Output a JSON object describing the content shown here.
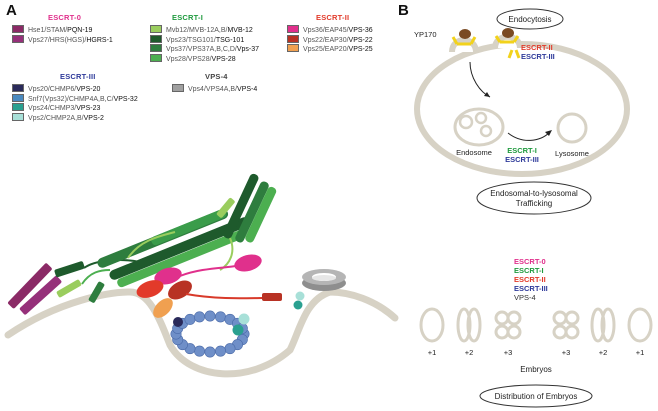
{
  "panel_a": {
    "label": "A",
    "groups": {
      "escrt0": {
        "title": "ESCRT-0",
        "color": "#e0308c",
        "items": [
          {
            "light": "Hse1/STAM/",
            "dark": "PQN-19",
            "color": "#8b2a66"
          },
          {
            "light": "Vps27/HRS(HGS)/",
            "dark": "HGRS-1",
            "color": "#96307a"
          }
        ]
      },
      "escrt1": {
        "title": "ESCRT-I",
        "color": "#1f9a3e",
        "items": [
          {
            "light": "Mvb12/MVB-12A,B/",
            "dark": "MVB-12",
            "color": "#9acd5e"
          },
          {
            "light": "Vps23/TSG101/",
            "dark": "TSG-101",
            "color": "#1e5a2c"
          },
          {
            "light": "Vps37/VPS37A,B,C,D/",
            "dark": "Vps-37",
            "color": "#2e7d3e"
          },
          {
            "light": "Vps28/VPS28/",
            "dark": "VPS-28",
            "color": "#4caf50"
          }
        ]
      },
      "escrt2": {
        "title": "ESCRT-II",
        "color": "#e23a2a",
        "items": [
          {
            "light": "Vps36/EAP45/",
            "dark": "VPS-36",
            "color": "#e0308c"
          },
          {
            "light": "Vps22/EAP30/",
            "dark": "VPS-22",
            "color": "#b83224"
          },
          {
            "light": "Vps25/EAP20/",
            "dark": "VPS-25",
            "color": "#f0a050"
          }
        ]
      },
      "escrt3": {
        "title": "ESCRT-III",
        "color": "#2e3a9a",
        "items": [
          {
            "light": "Vps20/CHMP6/",
            "dark": "VPS-20",
            "color": "#2a2a5a"
          },
          {
            "light": "Snf7(Vps32)/CHMP4A,B,C/",
            "dark": "VPS-32",
            "color": "#4a8ac0"
          },
          {
            "light": "Vps24/CHMP3/",
            "dark": "VPS-23",
            "color": "#2aa090"
          },
          {
            "light": "Vps2/CHMP2A,B/",
            "dark": "VPS-2",
            "color": "#a8e0d8"
          }
        ]
      },
      "vps4": {
        "title": "VPS-4",
        "color": "#444444",
        "items": [
          {
            "light": "Vps4/VPS4A,B/",
            "dark": "VPS-4",
            "color": "#a0a0a0"
          }
        ]
      }
    }
  },
  "panel_b": {
    "label": "B",
    "endocytosis": "Endocytosis",
    "yp170": "YP170",
    "top_labels": [
      {
        "text": "ESCRT-II",
        "color": "#e23a2a"
      },
      {
        "text": "ESCRT-III",
        "color": "#2e3a9a"
      }
    ],
    "endosome": "Endosome",
    "lysosome": "Lysosome",
    "mid_labels": [
      {
        "text": "ESCRT-I",
        "color": "#1f9a3e"
      },
      {
        "text": "ESCRT-III",
        "color": "#2e3a9a"
      }
    ],
    "trafficking_line1": "Endosomal-to-lysosomal",
    "trafficking_line2": "Trafficking",
    "stack_labels": [
      {
        "text": "ESCRT-0",
        "color": "#e0308c"
      },
      {
        "text": "ESCRT-I",
        "color": "#1f9a3e"
      },
      {
        "text": "ESCRT-II",
        "color": "#e23a2a"
      },
      {
        "text": "ESCRT-III",
        "color": "#2e3a9a"
      },
      {
        "text": "VPS-4",
        "color": "#333333"
      }
    ],
    "embryo_counts": [
      "+1",
      "+2",
      "+3",
      "+3",
      "+2",
      "+1"
    ],
    "embryos_label": "Embryos",
    "distribution": "Distribution of Embryos"
  }
}
